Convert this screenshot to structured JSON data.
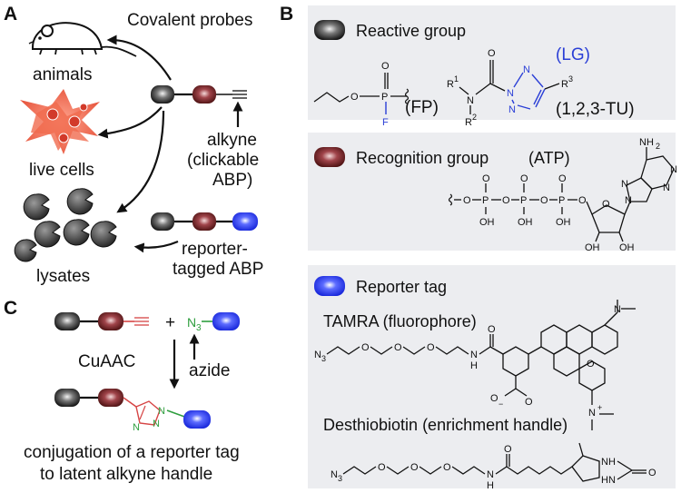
{
  "panels": {
    "A": {
      "letter": "A",
      "covalent_probes": "Covalent probes",
      "animals": "animals",
      "live_cells": "live cells",
      "lysates": "lysates",
      "alkyne_line1": "alkyne",
      "alkyne_line2": "(clickable",
      "alkyne_line3": "ABP)",
      "reporter_line1": "reporter-",
      "reporter_line2": "tagged ABP"
    },
    "B": {
      "letter": "B",
      "reactive_group": {
        "title": "Reactive group",
        "fp_label": "(FP)",
        "lg_label": "(LG)",
        "tu_label": "(1,2,3-TU)",
        "atoms": {
          "O": "O",
          "P": "P",
          "F": "F",
          "N": "N",
          "R1": "R",
          "R2": "R",
          "R3": "R",
          "sup1": "1",
          "sup2": "2",
          "sup3": "3"
        }
      },
      "recognition_group": {
        "title": "Recognition group",
        "atp_label": "(ATP)",
        "atoms": {
          "O": "O",
          "P": "P",
          "OH": "OH",
          "N": "N",
          "NH2": "NH",
          "sub2": "2"
        }
      },
      "reporter_tag": {
        "title": "Reporter tag",
        "tamra": "TAMRA (fluorophore)",
        "desthiobiotin": "Desthiobiotin (enrichment handle)",
        "atoms": {
          "N3": "N",
          "sub3": "3",
          "O": "O",
          "N": "N",
          "H": "H",
          "HN": "HN",
          "NH": "NH",
          "Nplus": "N",
          "plus": "+",
          "Ominus": "O",
          "minus": "−"
        }
      }
    },
    "C": {
      "letter": "C",
      "plus": "+",
      "n3_N": "N",
      "n3_sub": "3",
      "cuaac": "CuAAC",
      "azide": "azide",
      "triazole_N": "N",
      "caption_line1": "conjugation of a reporter tag",
      "caption_line2": "to latent alkyne handle"
    }
  },
  "colors": {
    "panel_bg": "#ecedf0",
    "reactive_sphere": "#111111",
    "recognition_sphere": "#6e1f1f",
    "reporter_sphere": "#2233dd",
    "alkyne_red": "#d64545",
    "azide_green": "#2e9e3e",
    "leaving_group_blue": "#2b3fd6"
  }
}
